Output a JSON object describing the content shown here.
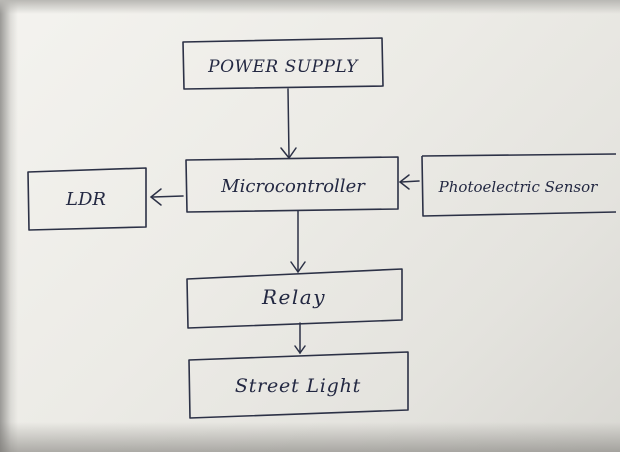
{
  "diagram": {
    "nodes": {
      "power_supply": "POWER SUPPLY",
      "microcontroller": "Microcontroller",
      "ldr": "LDR",
      "photoelectric_sensor": "Photoelectric Sensor",
      "relay": "Relay",
      "street_light": "Street Light"
    },
    "edges": [
      {
        "from": "power_supply",
        "to": "microcontroller"
      },
      {
        "from": "microcontroller",
        "to": "ldr"
      },
      {
        "from": "photoelectric_sensor",
        "to": "microcontroller"
      },
      {
        "from": "microcontroller",
        "to": "relay"
      },
      {
        "from": "relay",
        "to": "street_light"
      }
    ],
    "ink_color": "#2c3146",
    "paper_color": "#ecebe6"
  }
}
